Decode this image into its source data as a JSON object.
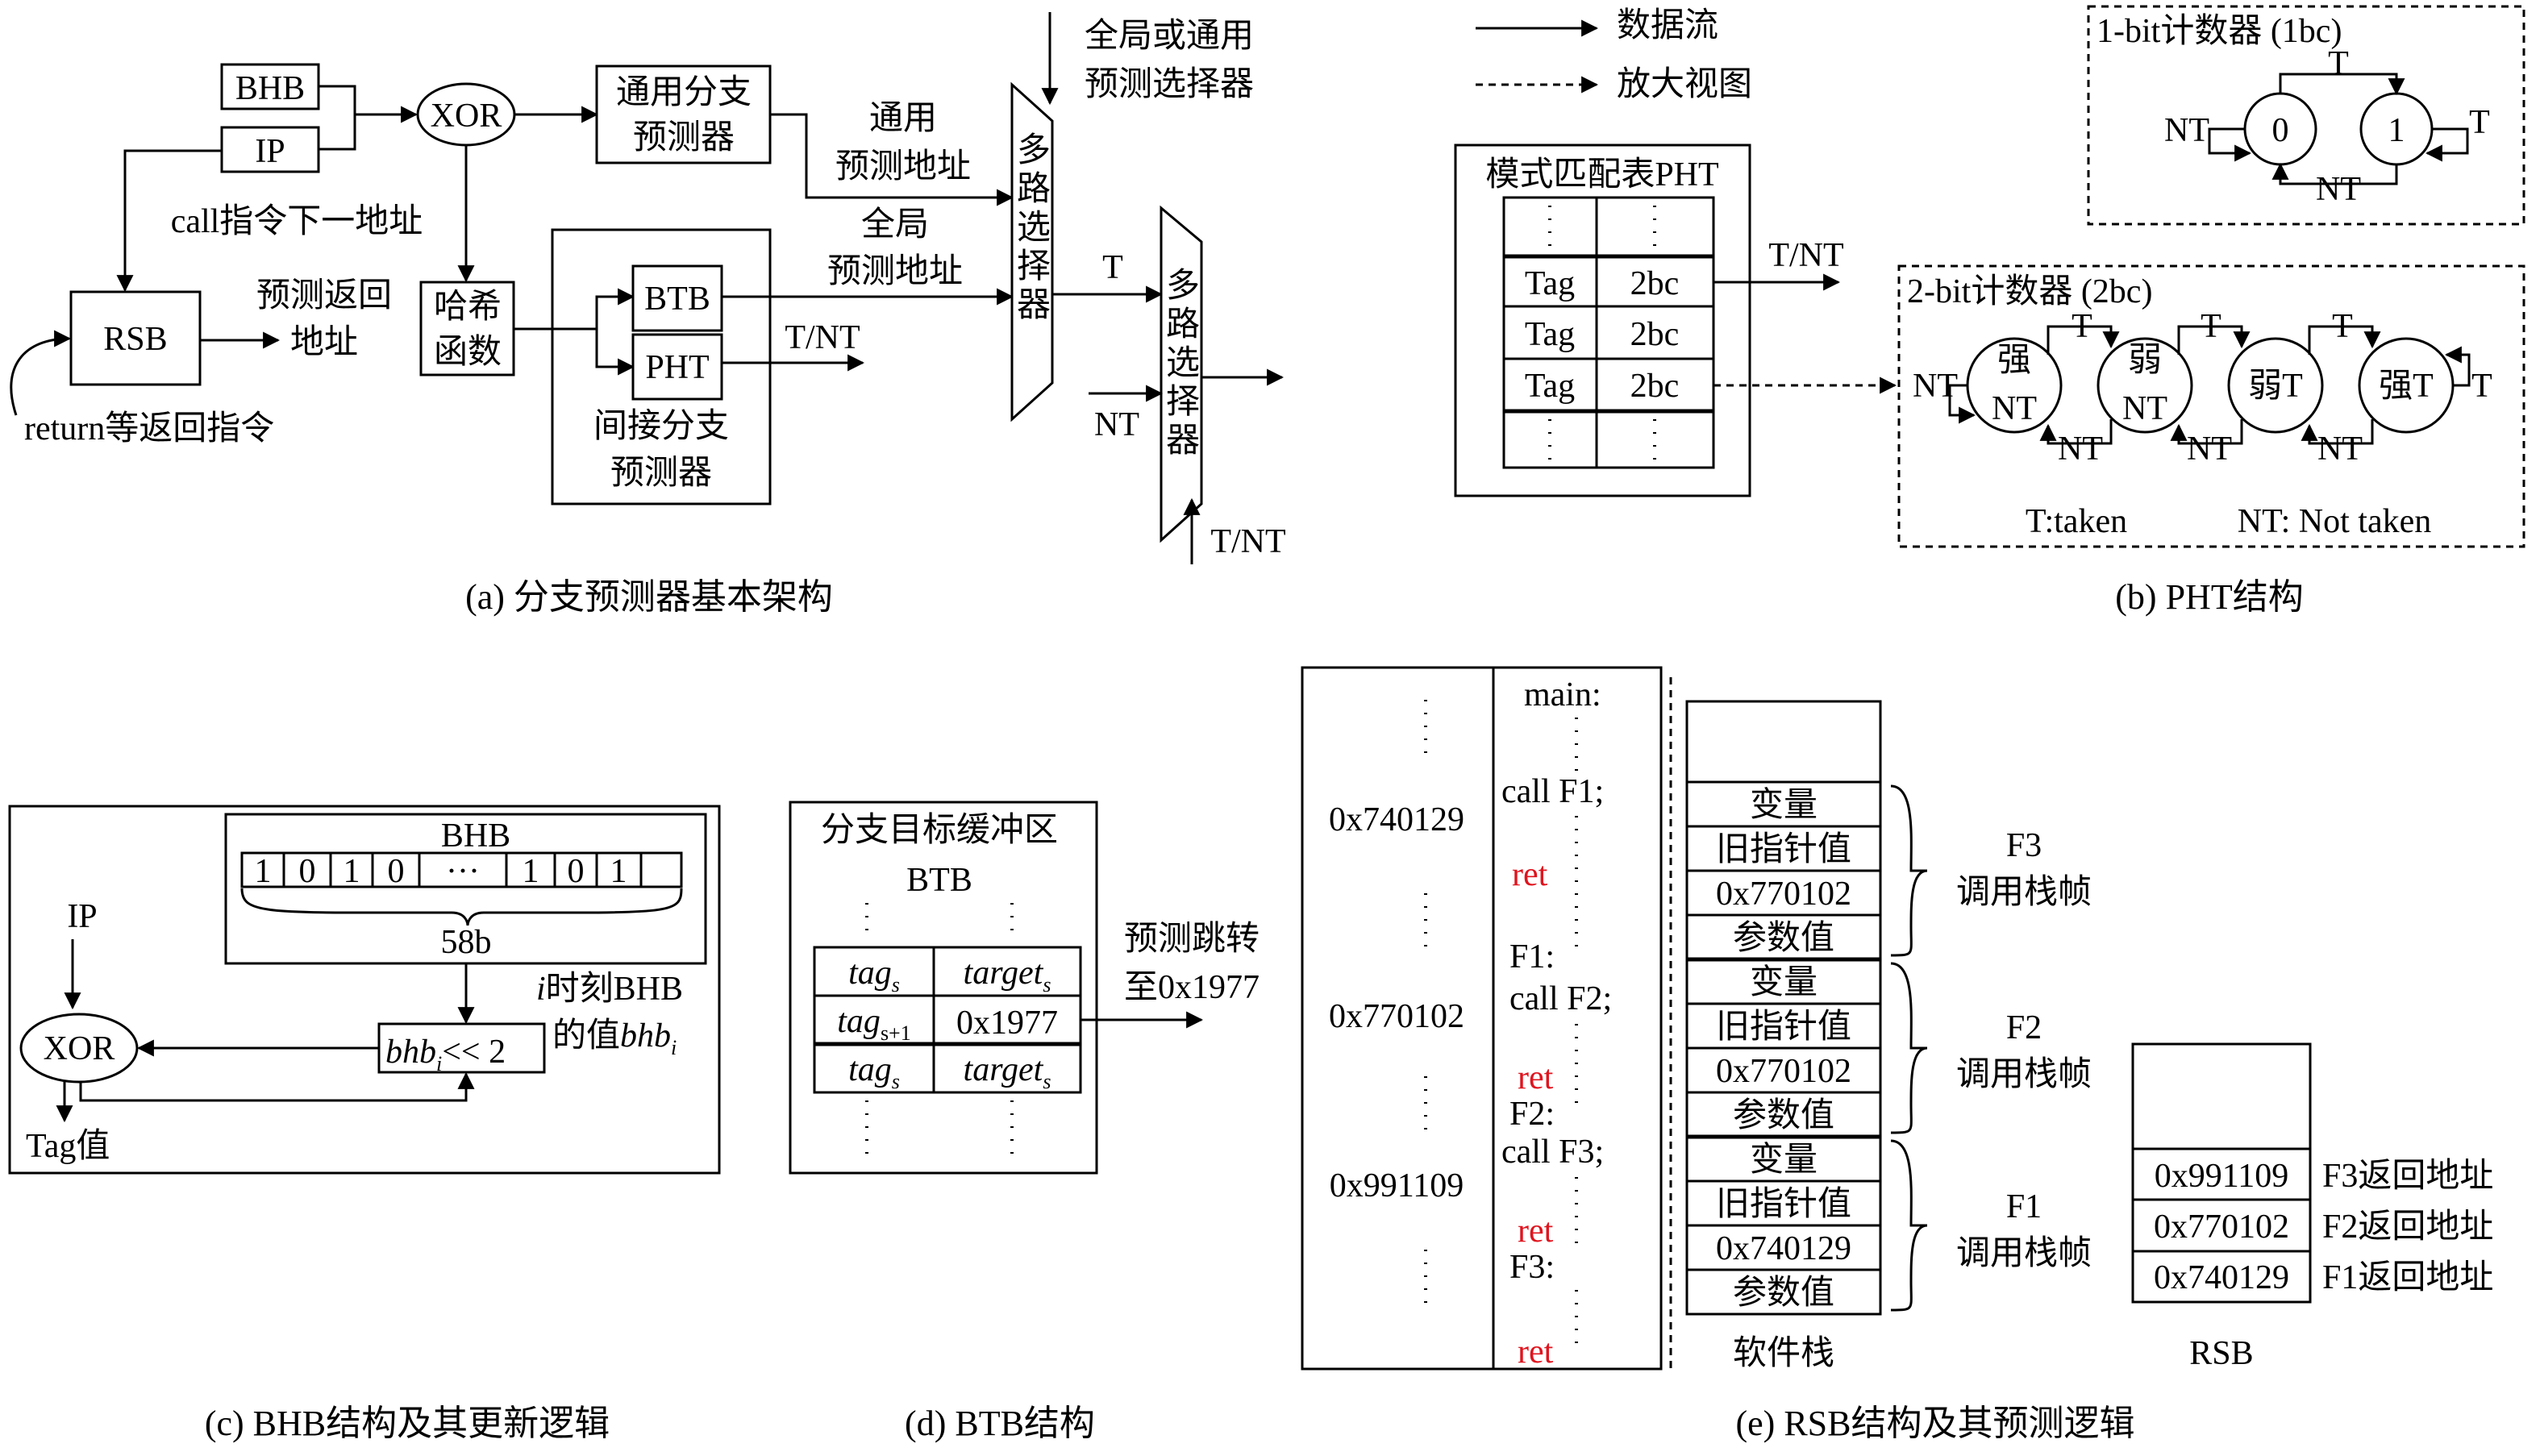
{
  "panel_a": {
    "caption": "(a)  分支预测器基本架构",
    "bhb": "BHB",
    "ip": "IP",
    "xor": "XOR",
    "general_predictor": [
      "通用分支",
      "预测器"
    ],
    "general_addr": [
      "通用",
      "预测地址"
    ],
    "global_addr": [
      "全局",
      "预测地址"
    ],
    "selector_label": "全局或通用",
    "selector_label2": "预测选择器",
    "mux1": [
      "多",
      "路",
      "选",
      "择",
      "器"
    ],
    "mux2": [
      "多",
      "路",
      "选",
      "择",
      "器"
    ],
    "call_next": "call指令下一地址",
    "rsb": "RSB",
    "pred_return": [
      "预测返回",
      "地址"
    ],
    "return_instr": "return等返回指令",
    "hash": [
      "哈希",
      "函数"
    ],
    "btb": "BTB",
    "pht": "PHT",
    "indirect": [
      "间接分支",
      "预测器"
    ],
    "tnt": "T/NT",
    "t": "T",
    "nt": "NT",
    "tnt2": "T/NT"
  },
  "legend": {
    "data_flow": "数据流",
    "zoom_view": "放大视图"
  },
  "panel_b": {
    "caption": "(b)  PHT结构",
    "pht_title": "模式匹配表PHT",
    "rows": [
      {
        "tag": "Tag",
        "counter": "2bc"
      },
      {
        "tag": "Tag",
        "counter": "2bc"
      },
      {
        "tag": "Tag",
        "counter": "2bc"
      }
    ],
    "tnt": "T/NT",
    "onebit_title": "1-bit计数器  (1bc)",
    "onebit_states": [
      "0",
      "1"
    ],
    "twobit_title": "2-bit计数器  (2bc)",
    "twobit_states": [
      [
        "强",
        "NT"
      ],
      [
        "弱",
        "NT"
      ],
      [
        "弱T"
      ],
      [
        "强T"
      ]
    ],
    "t": "T",
    "nt": "NT",
    "taken_note": "T:taken",
    "not_taken_note": "NT: Not taken"
  },
  "panel_c": {
    "caption": "(c)  BHB结构及其更新逻辑",
    "bhb": "BHB",
    "bits": [
      "1",
      "0",
      "1",
      "0",
      "···",
      "1",
      "0",
      "1"
    ],
    "width": "58b",
    "ip": "IP",
    "xor": "XOR",
    "shift_expr": "<< 2",
    "bhb_var": "bhb",
    "sub_i": "i",
    "note_line1": "时刻BHB",
    "note_line2": "的值",
    "tag_value": "Tag值"
  },
  "panel_d": {
    "caption": "(d)  BTB结构",
    "title": "分支目标缓冲区",
    "btb": "BTB",
    "rows": [
      {
        "tag": "tag",
        "tag_sub": "s",
        "target": "target",
        "target_sub": "s"
      },
      {
        "tag": "tag",
        "tag_sub": "s+1",
        "target": "0x1977",
        "target_sub": ""
      },
      {
        "tag": "tag",
        "tag_sub": "s",
        "target": "target",
        "target_sub": "s"
      }
    ],
    "predict_jump": [
      "预测跳转",
      "至0x1977"
    ]
  },
  "panel_e": {
    "caption": "(e)  RSB结构及其预测逻辑",
    "addresses": [
      "0x740129",
      "0x770102",
      "0x991109"
    ],
    "code": {
      "main": "main:",
      "call_f1": "call F1;",
      "ret": "ret",
      "f1": "F1:",
      "call_f2": "call F2;",
      "f2": "F2:",
      "call_f3": "call F3;",
      "f3": "F3:"
    },
    "stack_frames": [
      {
        "items": [
          "变量",
          "旧指针值",
          "0x770102",
          "参数值"
        ],
        "label": [
          "F3",
          "调用栈帧"
        ]
      },
      {
        "items": [
          "变量",
          "旧指针值",
          "0x770102",
          "参数值"
        ],
        "label": [
          "F2",
          "调用栈帧"
        ]
      },
      {
        "items": [
          "变量",
          "旧指针值",
          "0x740129",
          "参数值"
        ],
        "label": [
          "F1",
          "调用栈帧"
        ]
      }
    ],
    "software_stack": "软件栈",
    "rsb_entries": [
      {
        "addr": "0x991109",
        "label": "F3返回地址"
      },
      {
        "addr": "0x770102",
        "label": "F2返回地址"
      },
      {
        "addr": "0x740129",
        "label": "F1返回地址"
      }
    ],
    "rsb": "RSB"
  }
}
